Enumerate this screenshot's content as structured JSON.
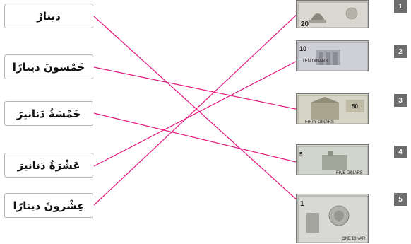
{
  "labels": [
    {
      "text": "دينارٌ"
    },
    {
      "text": "خَمْسونَ دينارًا"
    },
    {
      "text": "خَمْسَةُ دَنانيرَ"
    },
    {
      "text": "عَشْرَةُ دَنانيرَ"
    },
    {
      "text": "عِشْرونَ دينارًا"
    }
  ],
  "notes": [
    {
      "number": "1",
      "denomination": "20"
    },
    {
      "number": "2",
      "denomination": "10",
      "caption": "TEN DINARS"
    },
    {
      "number": "3",
      "denomination": "50",
      "caption": "FIFTY DINARS"
    },
    {
      "number": "4",
      "denomination": "5",
      "caption": "FIVE DINARS"
    },
    {
      "number": "5",
      "denomination": "1",
      "caption": "ONE DINAR"
    }
  ],
  "line_color": "#e0197d"
}
